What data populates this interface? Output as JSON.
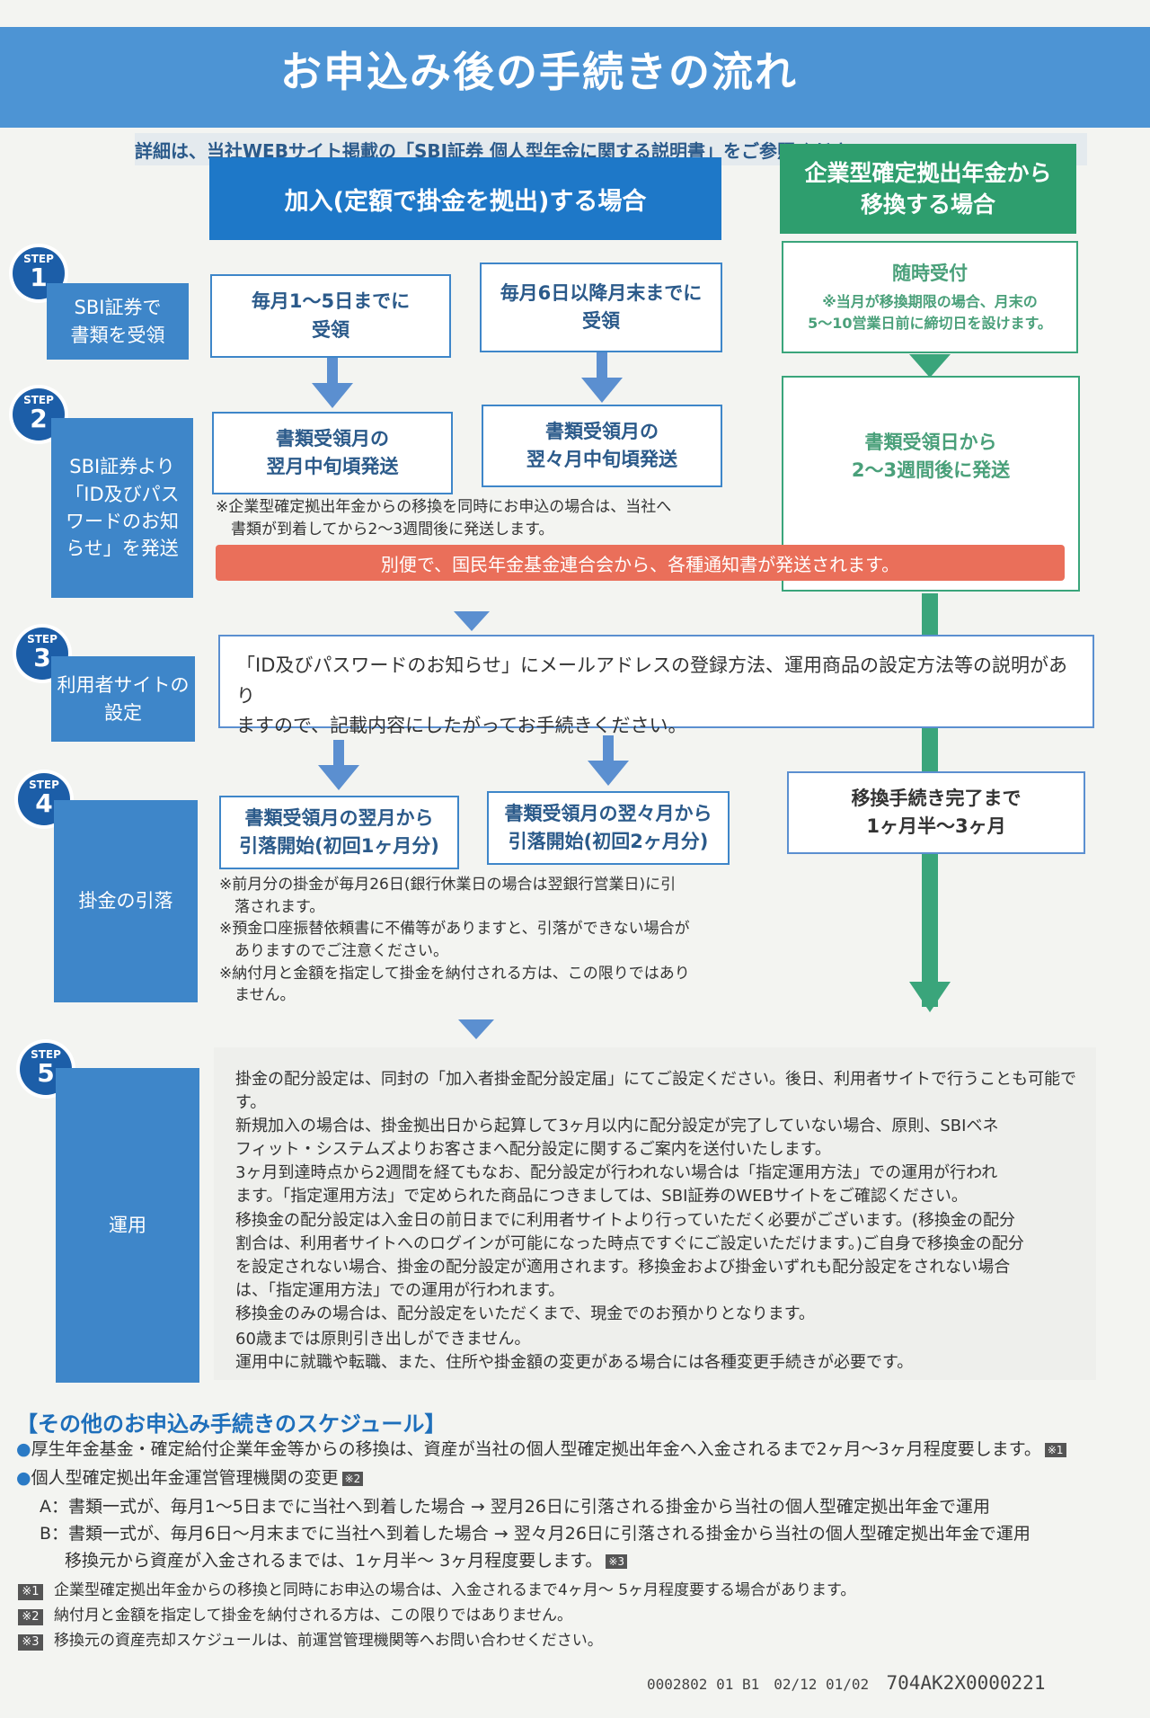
{
  "title": "お申込み後の手続きの流れ",
  "subnote": "詳細は、当社WEBサイト掲載の「SBI証券 個人型年金に関する説明書」をご参照ください",
  "headers": {
    "join": "加入(定額で掛金を拠出)する場合",
    "transfer": "企業型確定拠出年金から\n移換する場合"
  },
  "steps": [
    {
      "badge": "STEP",
      "num": "1",
      "label": "SBI証券で\n書類を受領"
    },
    {
      "badge": "STEP",
      "num": "2",
      "label": "SBI証券より\n「ID及びパス\nワードのお知\nらせ」を発送"
    },
    {
      "badge": "STEP",
      "num": "3",
      "label": "利用者サイトの\n設定"
    },
    {
      "badge": "STEP",
      "num": "4",
      "label": "掛金の引落"
    },
    {
      "badge": "STEP",
      "num": "5",
      "label": "運用"
    }
  ],
  "step1": {
    "box_a": "毎月1～5日までに\n受領",
    "box_b": "毎月6日以降月末までに\n受領",
    "box_c_title": "随時受付",
    "box_c_note": "※当月が移換期限の場合、月末の\n5～10営業日前に締切日を設けます。"
  },
  "step2": {
    "box_a": "書類受領月の\n翌月中旬頃発送",
    "box_b": "書類受領月の\n翌々月中旬頃発送",
    "box_c": "書類受領日から\n2～3週間後に発送",
    "note": "※企業型確定拠出年金からの移換を同時にお申込の場合は、当社へ\n　書類が到着してから2～3週間後に発送します。",
    "red_bar": "別便で、国民年金基金連合会から、各種通知書が発送されます。"
  },
  "step3": {
    "text": "「ID及びパスワードのお知らせ」にメールアドレスの登録方法、運用商品の設定方法等の説明があり\nますので、記載内容にしたがってお手続きください。"
  },
  "step4": {
    "box_a": "書類受領月の翌月から\n引落開始(初回1ヶ月分)",
    "box_b": "書類受領月の翌々月から\n引落開始(初回2ヶ月分)",
    "box_c": "移換手続き完了まで\n1ヶ月半～3ヶ月",
    "note": "※前月分の掛金が毎月26日(銀行休業日の場合は翌銀行営業日)に引\n　落されます。\n※預金口座振替依頼書に不備等がありますと、引落ができない場合が\n　ありますのでご注意ください。\n※納付月と金額を指定して掛金を納付される方は、この限りではあり\n　ません。"
  },
  "step5": {
    "text": "掛金の配分設定は、同封の「加入者掛金配分設定届」にてご設定ください。後日、利用者サイトで行うことも可能です。\n新規加入の場合は、掛金拠出日から起算して3ヶ月以内に配分設定が完了していない場合、原則、SBIベネ\nフィット・システムズよりお客さまへ配分設定に関するご案内を送付いたします。\n3ヶ月到達時点から2週間を経てもなお、配分設定が行われない場合は「指定運用方法」での運用が行われ\nます。「指定運用方法」で定められた商品につきましては、SBI証券のWEBサイトをご確認ください。\n移換金の配分設定は入金日の前日までに利用者サイトより行っていただく必要がございます。(移換金の配分\n割合は、利用者サイトへのログインが可能になった時点ですぐにご設定いただけます。)ご自身で移換金の配分\nを設定されない場合、掛金の配分設定が適用されます。移換金および掛金いずれも配分設定をされない場合\nは、「指定運用方法」での運用が行われます。\n移換金のみの場合は、配分設定をいただくまで、現金でのお預かりとなります。",
    "text2": "60歳までは原則引き出しができません。\n運用中に就職や転職、また、住所や掛金額の変更がある場合には各種変更手続きが必要です。"
  },
  "other": {
    "title": "【その他のお申込み手続きのスケジュール】",
    "item1": "厚生年金基金・確定給付企業年金等からの移換は、資産が当社の個人型確定拠出年金へ入金されるまで2ヶ月～3ヶ月程度要します。",
    "item1_mark": "※1",
    "item2": "個人型確定拠出年金運営管理機関の変更",
    "item2_mark": "※2",
    "item2_a": "A：書類一式が、毎月1～5日までに当社へ到着した場合 → 翌月26日に引落される掛金から当社の個人型確定拠出年金で運用",
    "item2_b": "B：書類一式が、毎月6日～月末までに当社へ到着した場合 → 翌々月26日に引落される掛金から当社の個人型確定拠出年金で運用",
    "item2_c": "移換元から資産が入金されるまでは、1ヶ月半～ 3ヶ月程度要します。",
    "item2_c_mark": "※3"
  },
  "footnotes": [
    {
      "mark": "※1",
      "text": "企業型確定拠出年金からの移換と同時にお申込の場合は、入金されるまで4ヶ月～ 5ヶ月程度要する場合があります。"
    },
    {
      "mark": "※2",
      "text": "納付月と金額を指定して掛金を納付される方は、この限りではありません。"
    },
    {
      "mark": "※3",
      "text": "移換元の資産売却スケジュールは、前運営管理機関等へお問い合わせください。"
    }
  ],
  "footer": {
    "code": "0002802 01 B1　02/12 01/02",
    "code_big": "704AK2X0000221"
  },
  "colors": {
    "banner": "#4d94d4",
    "join_header": "#1e78c8",
    "transfer_header": "#2e9e6e",
    "red_bar": "#ea6f5a",
    "step_label": "#3e86c9"
  }
}
